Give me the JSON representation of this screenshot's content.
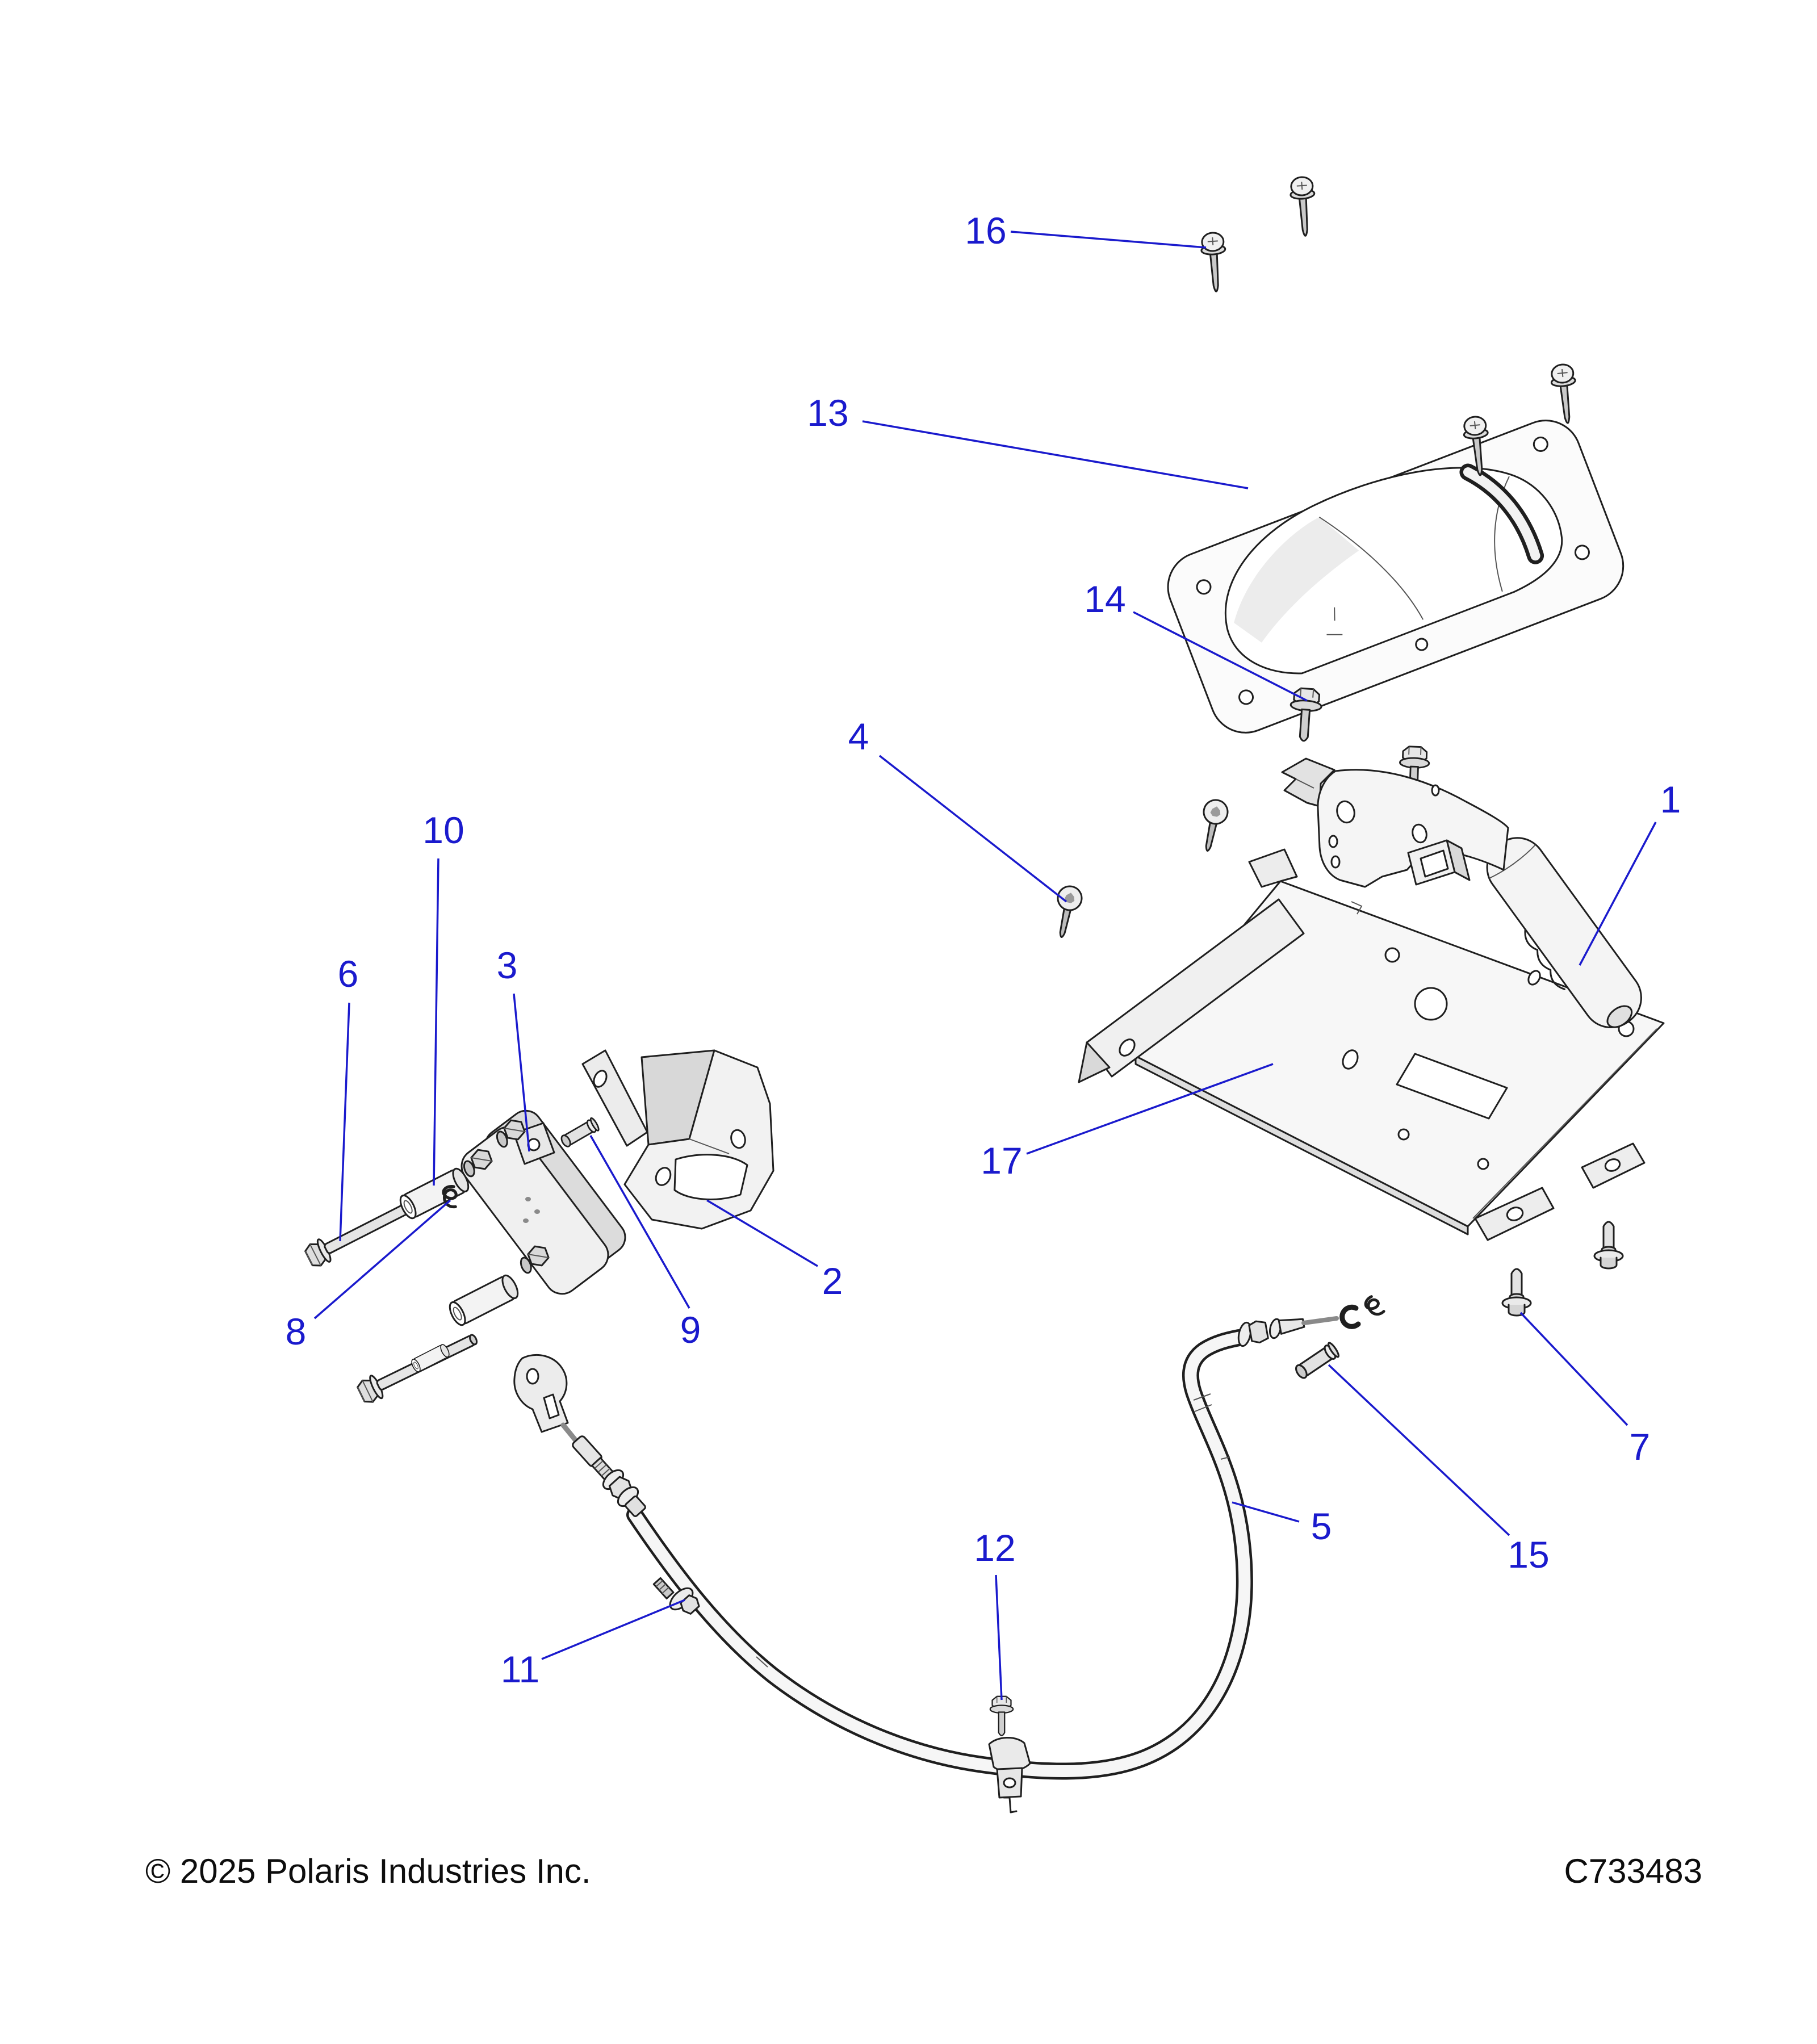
{
  "diagram": {
    "kind": "exploded-parts-diagram",
    "colors": {
      "background": "#ffffff",
      "line": "#1f1f1f",
      "callout": "#1a1acd"
    },
    "callouts": {
      "c1": "1",
      "c2": "2",
      "c3": "3",
      "c4": "4",
      "c5": "5",
      "c6": "6",
      "c7": "7",
      "c8": "8",
      "c9": "9",
      "c10": "10",
      "c11": "11",
      "c12": "12",
      "c13": "13",
      "c14": "14",
      "c15": "15",
      "c16": "16",
      "c17": "17"
    },
    "footer": {
      "copyright": "© 2025 Polaris Industries Inc.",
      "code": "C733483"
    }
  }
}
